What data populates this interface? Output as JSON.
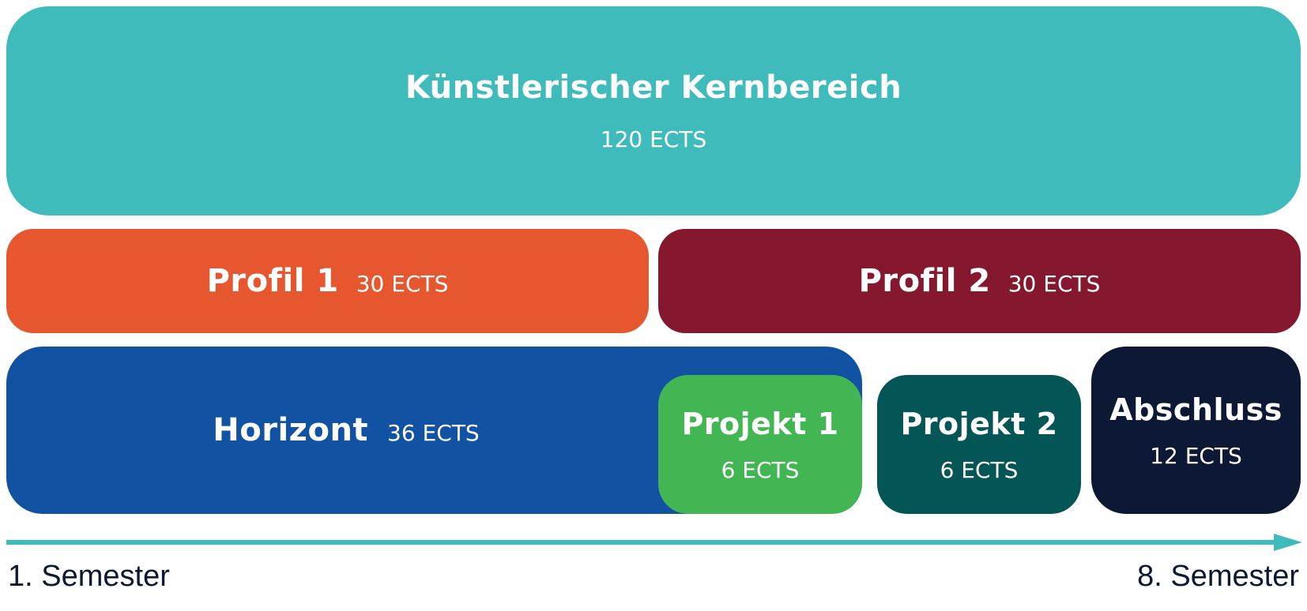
{
  "colors": {
    "kernbereich": "#3fbbbb",
    "profil1": "#e7572f",
    "profil2": "#85172e",
    "horizont": "#1153a2",
    "projekt1": "#42b653",
    "projekt2": "#045555",
    "abschluss": "#0d1834",
    "timeline": "#3fbbbb",
    "label_text": "#0d1834"
  },
  "blocks": {
    "kernbereich": {
      "title": "Künstlerischer Kernbereich",
      "ects": "120 ECTS"
    },
    "profil1": {
      "title": "Profil 1",
      "ects": "30 ECTS"
    },
    "profil2": {
      "title": "Profil 2",
      "ects": "30 ECTS"
    },
    "horizont": {
      "title": "Horizont",
      "ects": "36 ECTS"
    },
    "projekt1": {
      "title": "Projekt 1",
      "ects": "6 ECTS"
    },
    "projekt2": {
      "title": "Projekt 2",
      "ects": "6 ECTS"
    },
    "abschluss": {
      "title": "Abschluss",
      "ects": "12 ECTS"
    }
  },
  "timeline": {
    "start_label": "1. Semester",
    "end_label": "8. Semester"
  }
}
